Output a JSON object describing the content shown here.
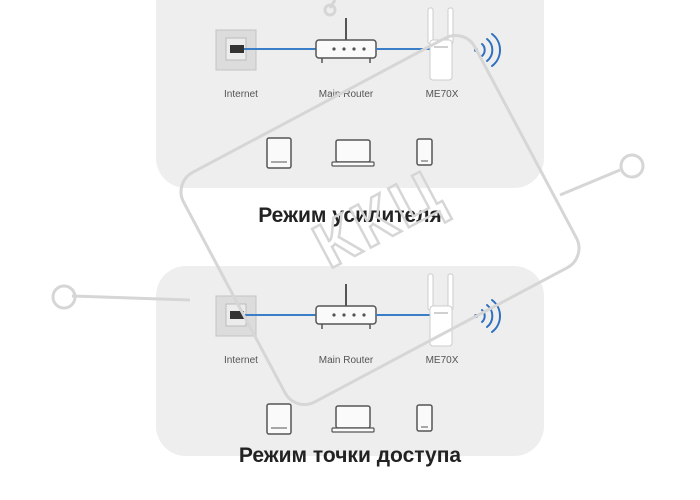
{
  "diagrams": [
    {
      "title": "Режим усилителя",
      "devices": {
        "internet_label": "Internet",
        "router_label": "Main Router",
        "extender_label": "ME70X"
      }
    },
    {
      "title": "Режим точки доступа",
      "devices": {
        "internet_label": "Internet",
        "router_label": "Main Router",
        "extender_label": "ME70X"
      }
    }
  ],
  "watermark": {
    "text": "ККЦ"
  },
  "colors": {
    "panel": "#eeeeee",
    "cable": "#3a7ec8",
    "wifi": "#2f6fbf",
    "stroke": "#555555",
    "watermark": "#d6d6d6"
  }
}
